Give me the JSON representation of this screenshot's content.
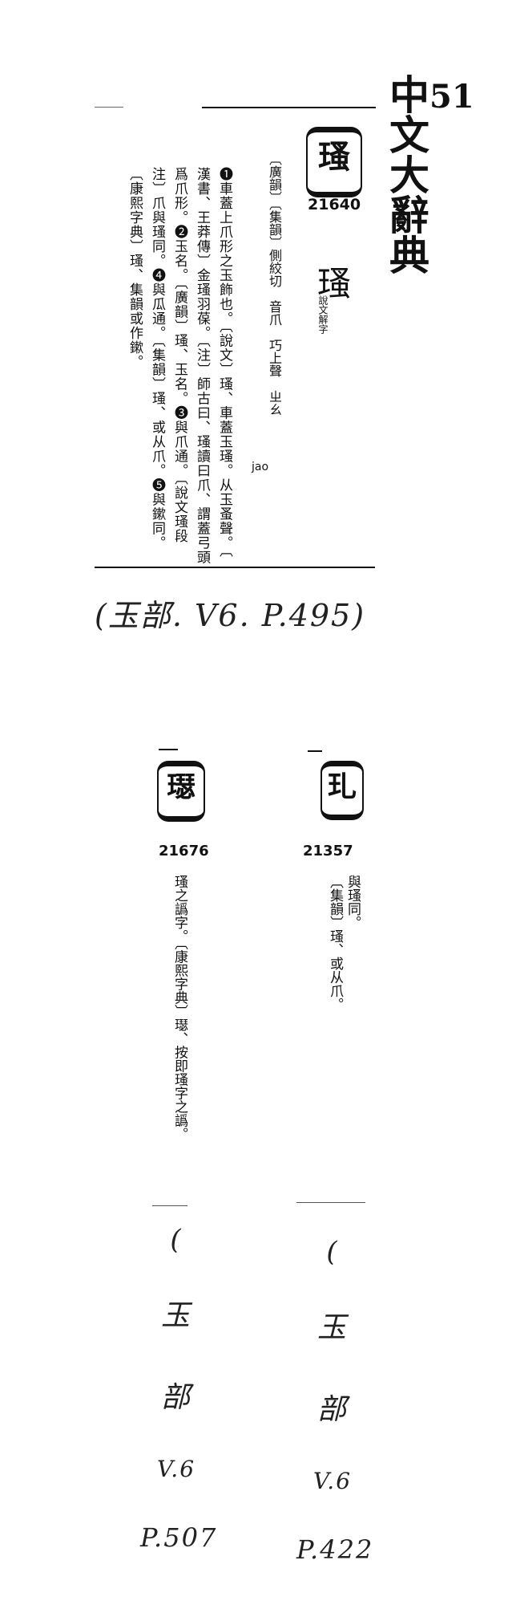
{
  "header": {
    "page_number": "51",
    "book_title": "中文大辭典"
  },
  "entry_main": {
    "character": "瑵",
    "code": "21640",
    "variant_char": "瑵",
    "variant_note": "說文解字",
    "pronunciation": "〔廣韻〕〔集韻〕側絞切　音爪　巧上聲　ㄓㄠ",
    "romanization": "jao",
    "definitions": [
      "❶車蓋上爪形之玉飾也。〔說文〕瑵、車蓋玉瑵。从玉蚤聲。〔",
      "漢書、王莽傳〕金瑵羽葆。〔注〕師古曰、瑵讀曰爪、謂蓋弓頭",
      "爲爪形。❷玉名。〔廣韻〕瑵、玉名。❸與爪通。〔說文瑵段",
      "注〕爪與瑵同。❹與瓜通。〔集韻〕瑵、或从爪。❺與鏉同。",
      "〔康熙字典〕瑵、集韻或作鏉。"
    ],
    "handwritten_ref": "(玉部. V6. P.495)"
  },
  "entry_right": {
    "character": "玌",
    "code": "21357",
    "definitions": [
      "與瑵同。",
      "〔集韻〕瑵、或从爪。"
    ],
    "handwritten_ref": [
      "(",
      "玉",
      "部",
      "V.6",
      "P.422"
    ]
  },
  "entry_left": {
    "character": "璱",
    "code": "21676",
    "definitions": [
      "瑵之譌字。〔康熙字典〕璱、按即瑵字之譌。"
    ],
    "handwritten_ref": [
      "(",
      "玉",
      "部",
      "V.6",
      "P.507"
    ]
  }
}
